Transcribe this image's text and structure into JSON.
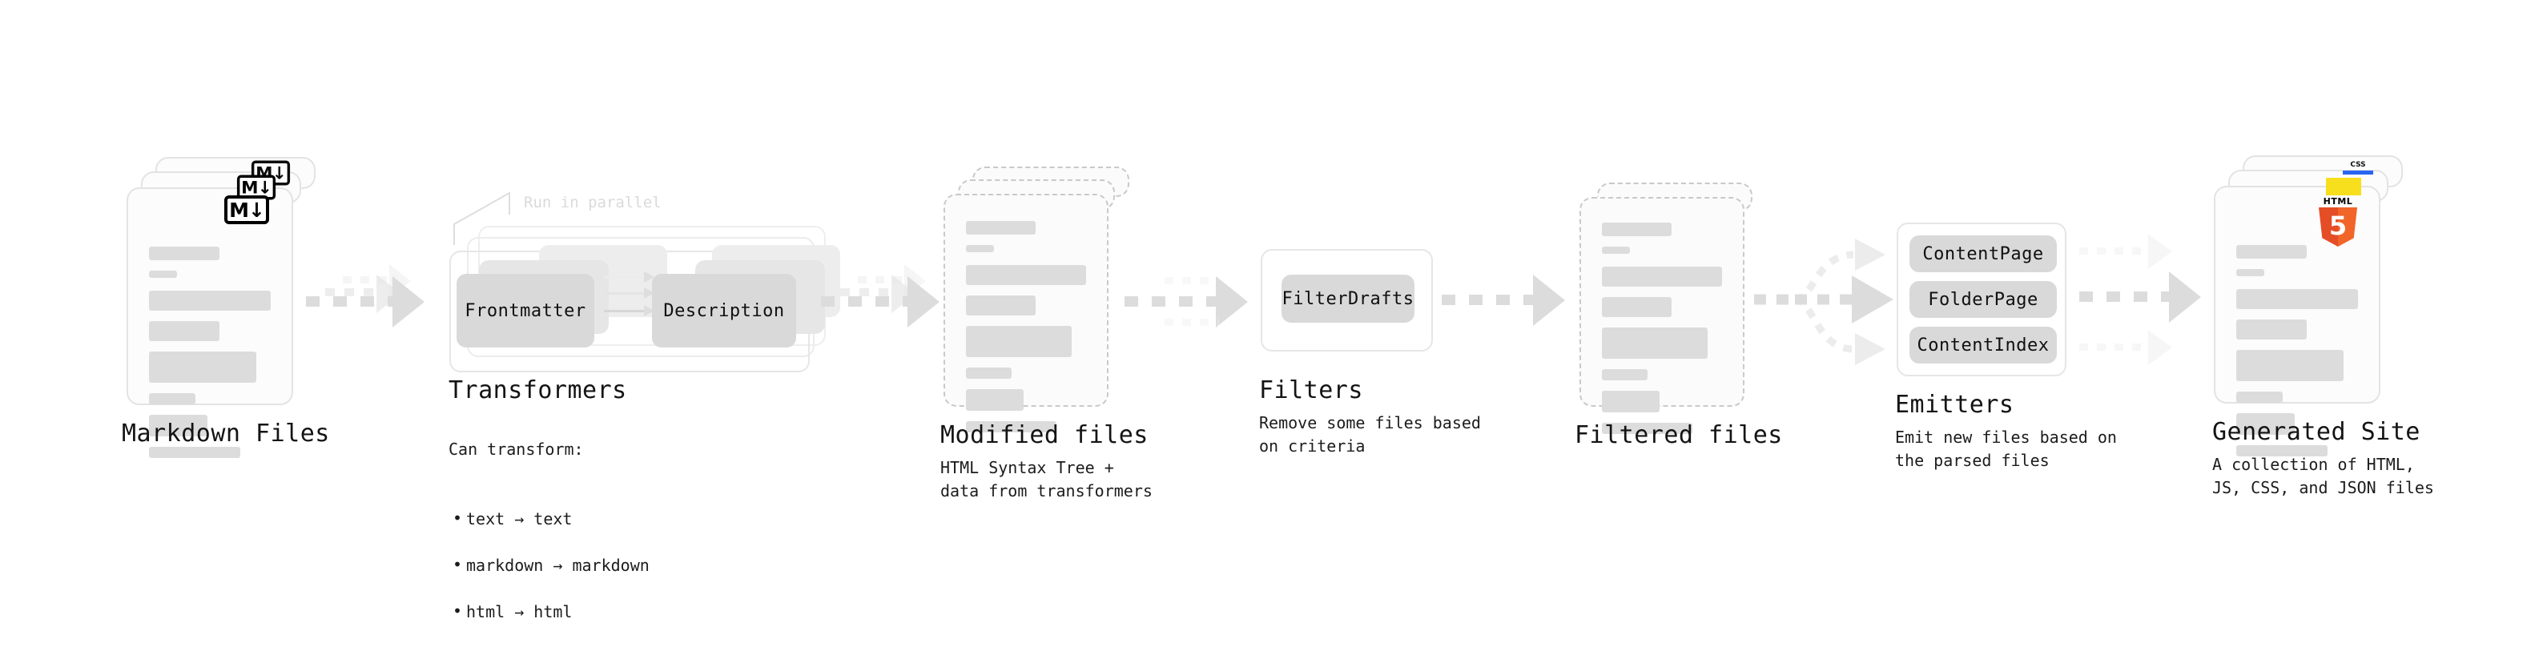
{
  "diagram": {
    "title": "Quartz build pipeline",
    "colors": {
      "arrow": "#dcdcdc",
      "chip": "#d9d9d9",
      "bar": "#dcdcdc",
      "card_border": "#e3e3e3",
      "dashed_border": "#c9c9c9",
      "html5_orange": "#e44d26",
      "html5_orange_light": "#f16529",
      "css_blue": "#2965f1",
      "js_yellow": "#f7df1e",
      "text": "#141414",
      "muted_text": "#dadada"
    }
  },
  "stages": [
    {
      "id": "markdown-files",
      "title": "Markdown Files",
      "subtitle": "",
      "badge": {
        "type": "markdown-badge",
        "label": "M↓"
      }
    },
    {
      "id": "transformers",
      "title": "Transformers",
      "subtitle_lead": "Can transform:",
      "subtitle_items": [
        "text → text",
        "markdown → markdown",
        "html → html"
      ],
      "annotation": "Run in parallel",
      "chips": [
        "Frontmatter",
        "Description"
      ]
    },
    {
      "id": "modified-files",
      "title": "Modified files",
      "subtitle": "HTML Syntax Tree +\ndata from transformers"
    },
    {
      "id": "filters",
      "title": "Filters",
      "subtitle": "Remove some files based\non criteria",
      "chips": [
        "FilterDrafts"
      ]
    },
    {
      "id": "filtered-files",
      "title": "Filtered files",
      "subtitle": ""
    },
    {
      "id": "emitters",
      "title": "Emitters",
      "subtitle": "Emit new files based on\nthe parsed files",
      "chips": [
        "ContentPage",
        "FolderPage",
        "ContentIndex"
      ]
    },
    {
      "id": "generated-site",
      "title": "Generated Site",
      "subtitle": "A collection of HTML,\nJS, CSS, and JSON files",
      "badges": [
        {
          "type": "html5-badge",
          "cap": "HTML",
          "digit": "5"
        },
        {
          "type": "css-badge",
          "label": "CSS"
        },
        {
          "type": "js-badge",
          "label": ""
        }
      ]
    }
  ]
}
